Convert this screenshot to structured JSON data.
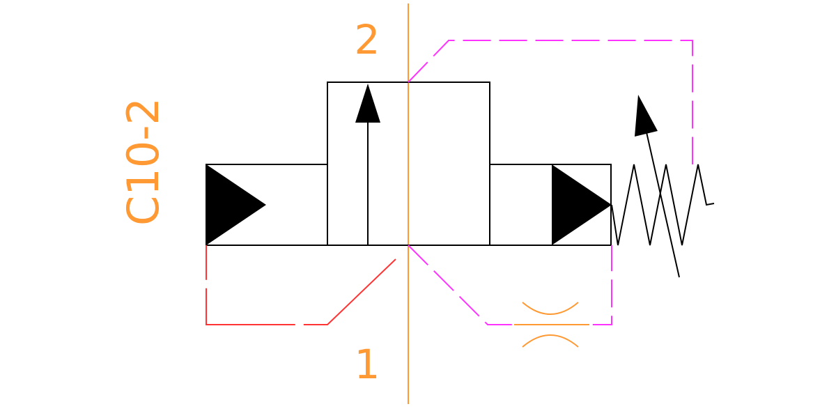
{
  "labels": {
    "model": "C10-2",
    "port_top": "2",
    "port_bottom": "1"
  },
  "colors": {
    "port_line": "#ff9933",
    "pilot_line": "#ff33ff",
    "drain_line": "#ff3333",
    "symbol": "#000000",
    "text": "#ff9933"
  }
}
